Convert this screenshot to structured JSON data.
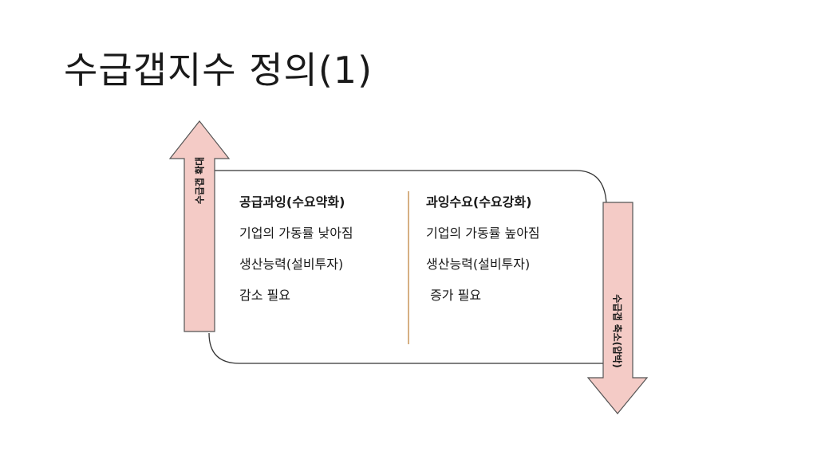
{
  "title": "수급갭지수 정의(1)",
  "colors": {
    "arrow_fill": "#f4cbc6",
    "arrow_stroke": "#555555",
    "divider": "#c8955a",
    "frame_stroke": "#333333"
  },
  "arrows": {
    "up_label": "수급갭 확대",
    "down_label": "수급갭 축소(압박)"
  },
  "left_column": {
    "heading": "공급과잉(수요약화)",
    "lines": [
      "기업의 가동률 낮아짐",
      "생산능력(설비투자)",
      "감소 필요"
    ]
  },
  "right_column": {
    "heading": "과잉수요(수요강화)",
    "lines": [
      "기업의 가동률 높아짐",
      "생산능력(설비투자)",
      " 증가 필요"
    ]
  }
}
